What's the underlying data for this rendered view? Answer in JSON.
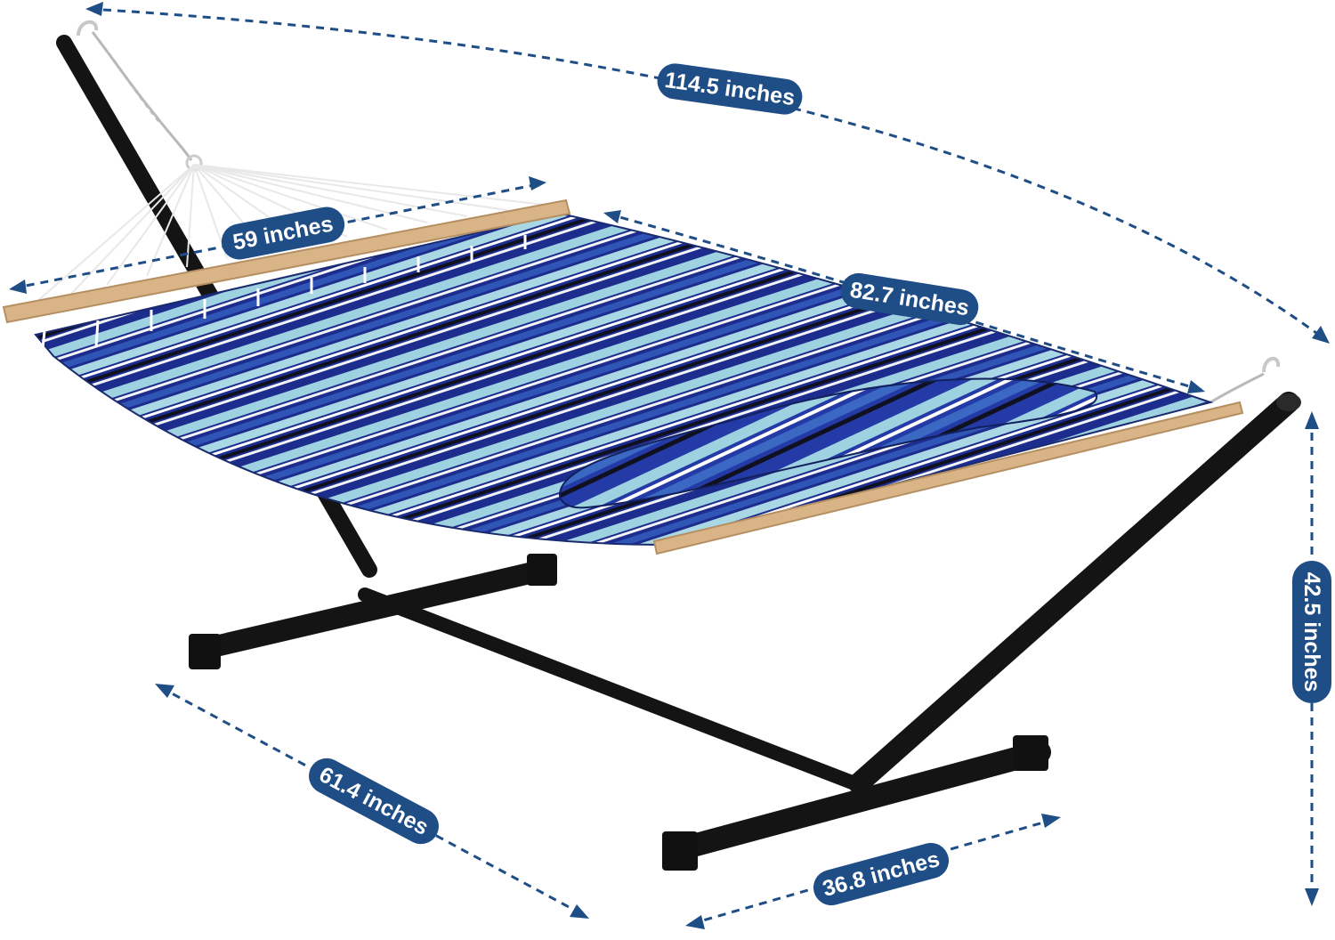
{
  "colors": {
    "dimension": "#1f4d86",
    "frame": "#141414",
    "navy_stripe": "#1d2d8e",
    "light_blue_stripe": "#9fd2e0",
    "white_stripe": "#f2f4f7",
    "spreader_bar": "#d8b486"
  },
  "dimensions": {
    "total_length": "114.5 inches",
    "spreader_width": "59 inches",
    "bed_length": "82.7 inches",
    "height": "42.5 inches",
    "base_length": "61.4 inches",
    "base_width": "36.8 inches"
  },
  "icons": [
    "hook-icon",
    "chain-icon",
    "arrowhead-icon"
  ]
}
